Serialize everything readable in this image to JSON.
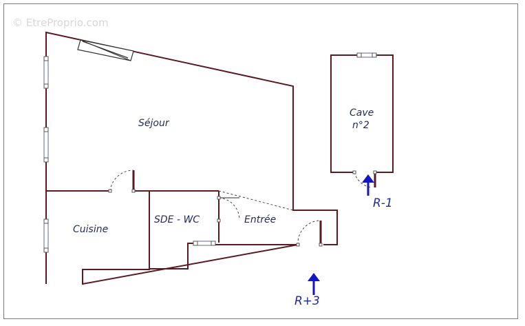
{
  "watermark": "© EtreProprio.com",
  "rooms": {
    "sejour": "Séjour",
    "cuisine": "Cuisine",
    "sde_wc": "SDE - WC",
    "entree": "Entrée",
    "cave_line1": "Cave",
    "cave_line2": "n°2"
  },
  "levels": {
    "main": "R+3",
    "cellar": "R-1"
  },
  "colors": {
    "wall": "#5a1a1f",
    "arrow": "#1515c8",
    "level_text": "#1f2d9a",
    "room_text": "#1f2d5c",
    "border": "#7a7a7a"
  },
  "icons": [
    "up-arrow-icon",
    "window-icon",
    "door-swing-icon"
  ]
}
